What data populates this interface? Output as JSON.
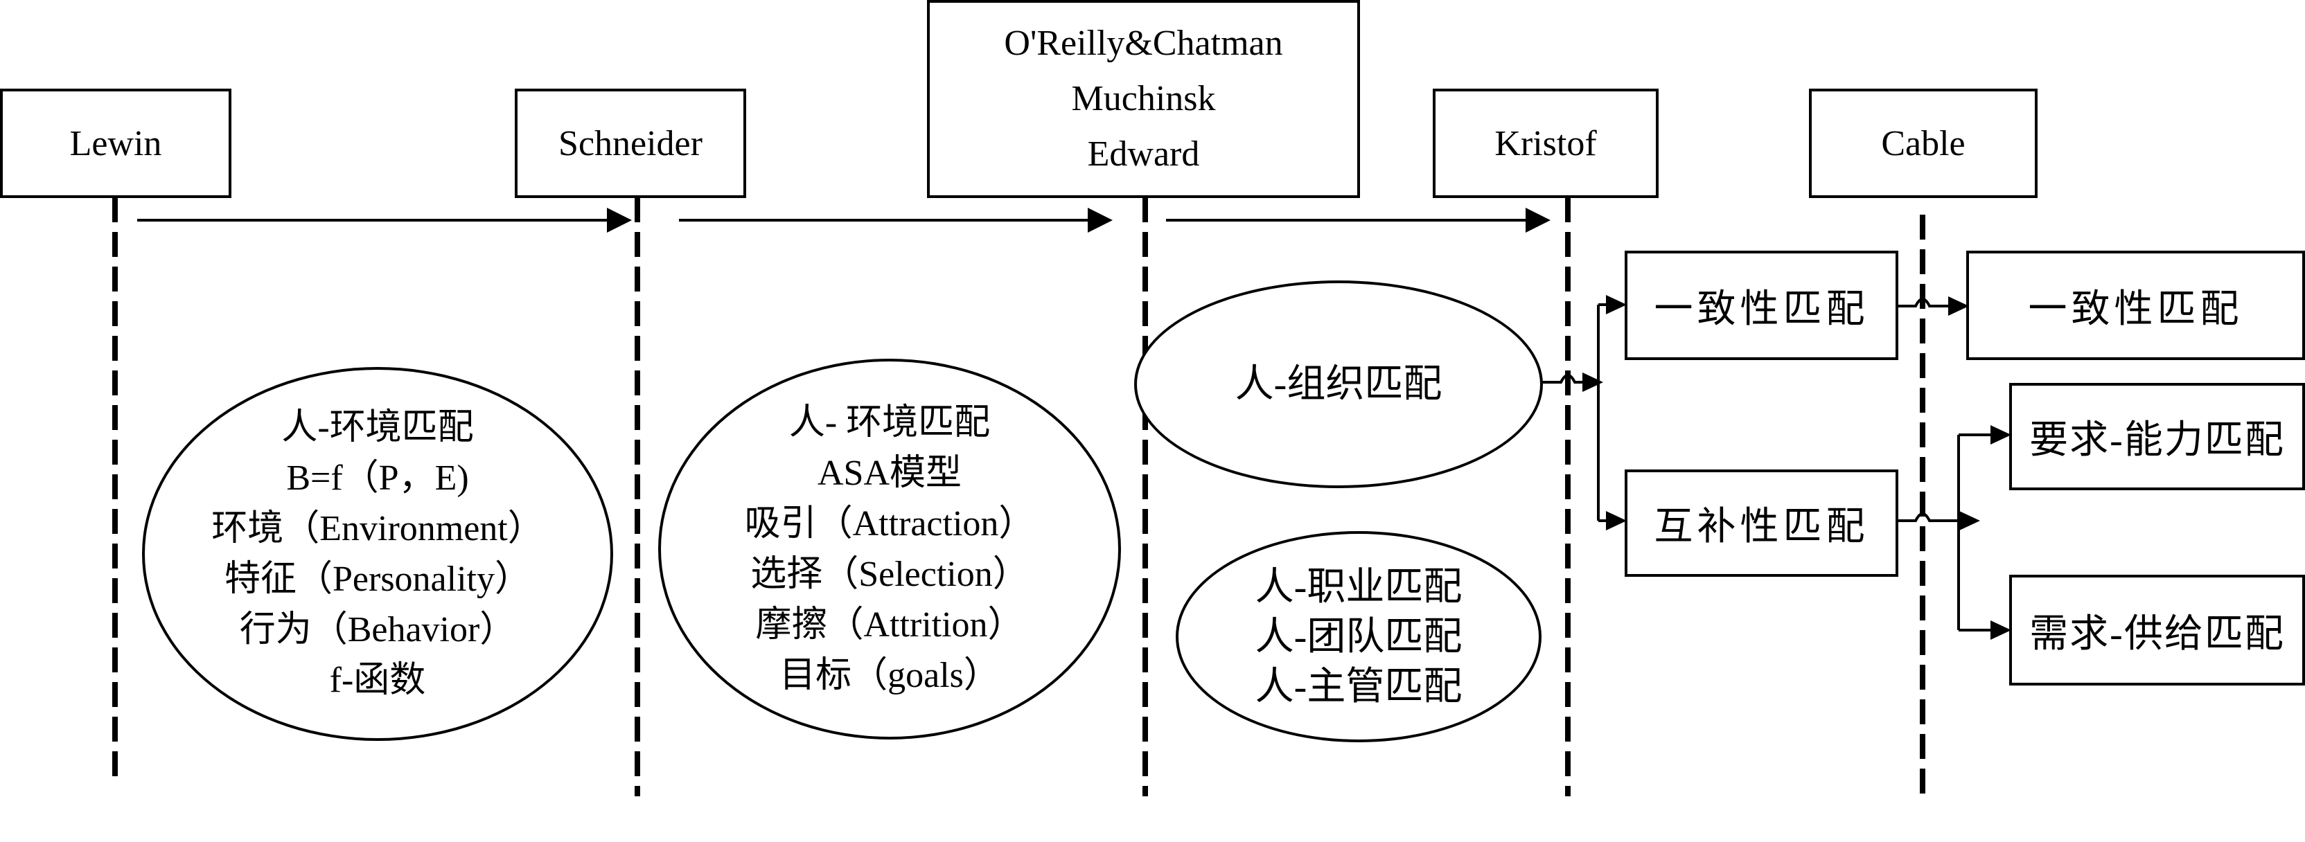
{
  "header": {
    "lewin": "Lewin",
    "schneider": "Schneider",
    "oreilly": [
      "O'Reilly&Chatman",
      "Muchinsk",
      "Edward"
    ],
    "kristof": "Kristof",
    "cable": "Cable"
  },
  "ellipses": {
    "lewin": [
      "人-环境匹配",
      "B=f（P，E)",
      "环境（Environment）",
      "特征（Personality）",
      "行为（Behavior）",
      "f-函数"
    ],
    "schneider": [
      "人- 环境匹配",
      "ASA模型",
      "吸引（Attraction）",
      "选择（Selection）",
      "摩擦（Attrition）",
      "目标（goals）"
    ],
    "org_match": [
      "人-组织匹配"
    ],
    "other_matches": [
      "人-职业匹配",
      "人-团队匹配",
      "人-主管匹配"
    ]
  },
  "kristof_types": {
    "consistency": "一致性匹配",
    "complementary": "互补性匹配"
  },
  "cable_types": {
    "consistency": "一致性匹配",
    "demand_ability": "要求-能力匹配",
    "need_supply": "需求-供给匹配"
  }
}
